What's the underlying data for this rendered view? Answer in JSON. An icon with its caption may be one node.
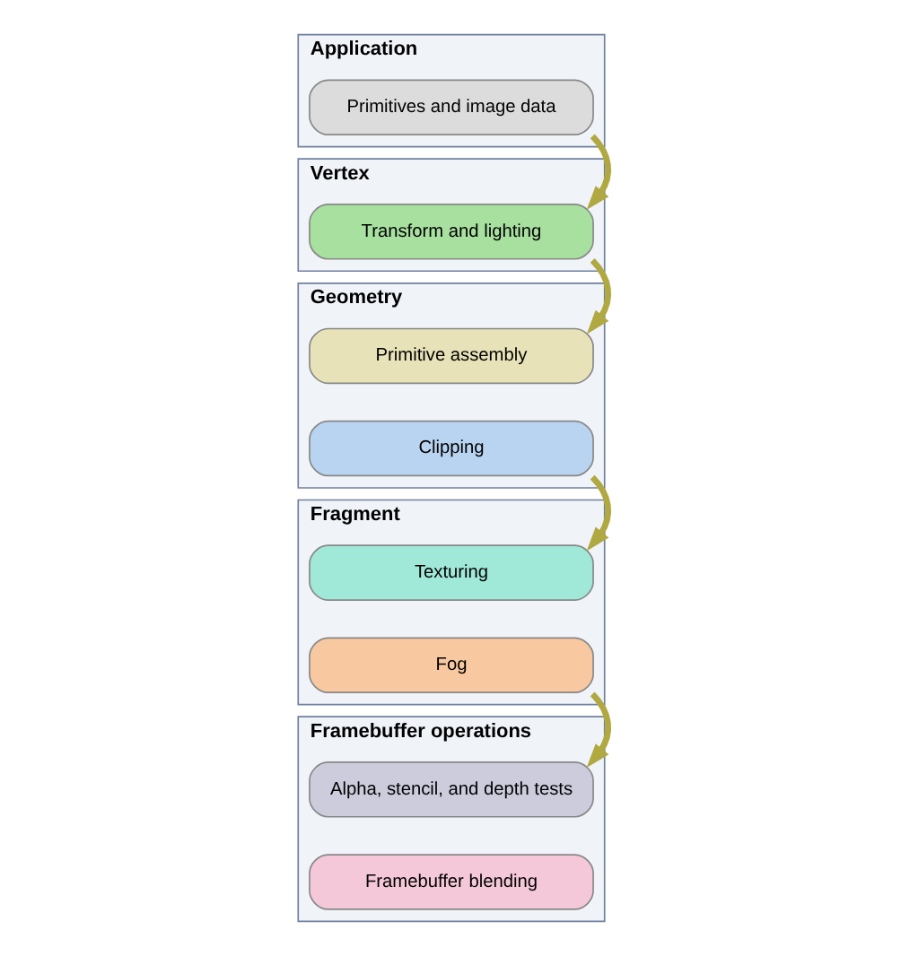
{
  "diagram": {
    "nodes": [
      {
        "text": [
          "Application"
        ]
      },
      {
        "text": [
          "Primitives and image data"
        ],
        "in": 0
      },
      {
        "text": [
          "Vertex"
        ]
      },
      {
        "text": [
          "Transform and lighting"
        ],
        "in": 2
      },
      {
        "text": [
          "Geometry"
        ]
      },
      {
        "text": [
          "Primitive assembly"
        ],
        "in": 4
      },
      {
        "text": [
          "Clipping"
        ],
        "in": 4
      },
      {
        "text": [
          "Fragment"
        ]
      },
      {
        "text": [
          "Texturing"
        ],
        "in": 7
      },
      {
        "text": [
          "Fog"
        ],
        "in": 7
      },
      {
        "text": [
          "Framebuffer operations"
        ]
      },
      {
        "text": [
          "Alpha, stencil, and depth tests"
        ],
        "in": 10
      },
      {
        "text": [
          "Framebuffer blending"
        ],
        "in": 10
      }
    ],
    "edges": [
      {
        "from": 1,
        "to": 3,
        "arrow": "to"
      },
      {
        "from": 3,
        "to": 5,
        "arrow": "to"
      },
      {
        "from": 6,
        "to": 8,
        "arrow": "to"
      },
      {
        "from": 9,
        "to": 11,
        "arrow": "to"
      }
    ]
  }
}
